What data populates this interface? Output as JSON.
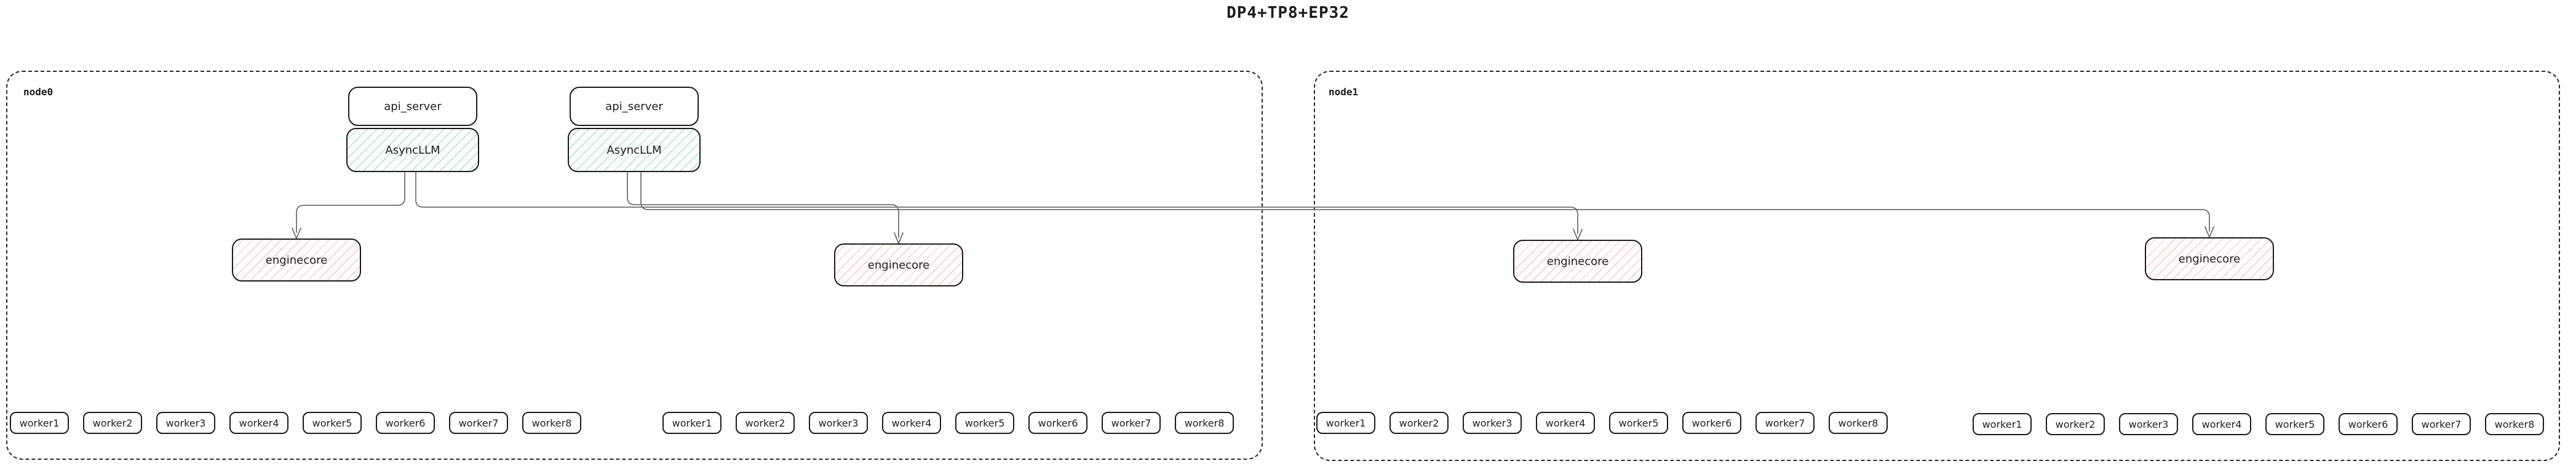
{
  "title": "DP4+TP8+EP32",
  "node0": {
    "label": "node0"
  },
  "node1": {
    "label": "node1"
  },
  "labels": {
    "api_server": "api_server",
    "asyncllm": "AsyncLLM",
    "enginecore": "enginecore"
  },
  "workers": [
    "worker1",
    "worker2",
    "worker3",
    "worker4",
    "worker5",
    "worker6",
    "worker7",
    "worker8"
  ],
  "colors": {
    "box_border": "#1b1b1b",
    "node_border": "#2b2b2b",
    "edge_line": "#707070",
    "green_hatch": "#6ecd98",
    "pink_hatch": "#e88c8c",
    "background": "#ffffff"
  }
}
